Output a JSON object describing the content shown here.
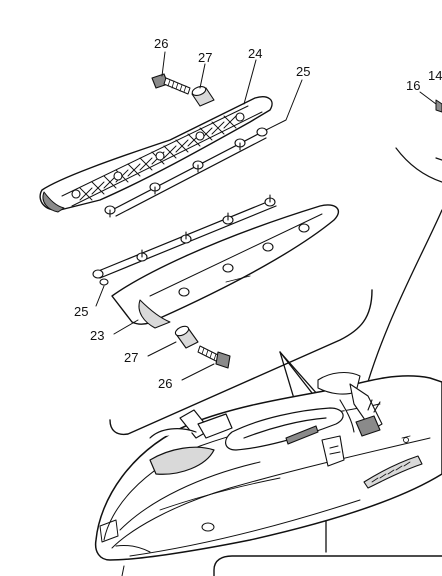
{
  "callouts": {
    "top_bolt": "26",
    "top_collar": "27",
    "upper_rail": "24",
    "upper_nuts": "25",
    "lower_nuts": "25",
    "lower_rail": "23",
    "bottom_collar": "27",
    "bottom_bolt": "26",
    "right_item_a": "16",
    "right_item_b": "14"
  }
}
